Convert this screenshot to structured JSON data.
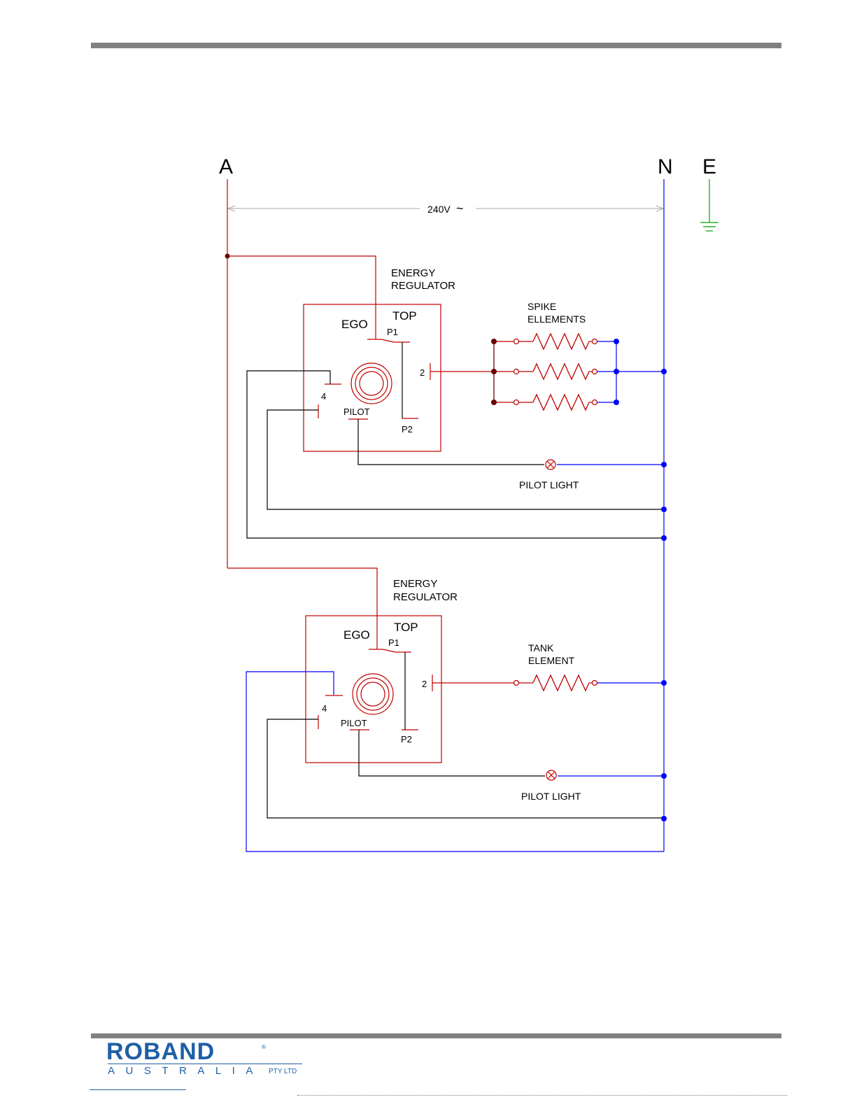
{
  "terminals": {
    "active": "A",
    "neutral": "N",
    "earth": "E"
  },
  "supply": {
    "voltage": "240V",
    "symbol": "~"
  },
  "regulator_top": {
    "title_line1": "ENERGY",
    "title_line2": "REGULATOR",
    "ego": "EGO",
    "top": "TOP",
    "p1": "P1",
    "p2": "P2",
    "pin2": "2",
    "pin4": "4",
    "pilot": "PILOT",
    "load_line1": "SPIKE",
    "load_line2": "ELLEMENTS",
    "lamp": "PILOT LIGHT"
  },
  "regulator_bottom": {
    "title_line1": "ENERGY",
    "title_line2": "REGULATOR",
    "ego": "EGO",
    "top": "TOP",
    "p1": "P1",
    "p2": "P2",
    "pin2": "2",
    "pin4": "4",
    "pilot": "PILOT",
    "load_line1": "TANK",
    "load_line2": "ELEMENT",
    "lamp": "PILOT LIGHT"
  },
  "footer": {
    "brand": "ROBAND",
    "registered": "®",
    "country": "AUSTRALIA",
    "suffix": "PTY LTD"
  },
  "colors": {
    "active": "#c00000",
    "neutral": "#0000ff",
    "earth": "#00a000",
    "control": "#000000",
    "junction_red": "#6b0000",
    "rule": "#808080",
    "brand": "#1f5fa6"
  }
}
